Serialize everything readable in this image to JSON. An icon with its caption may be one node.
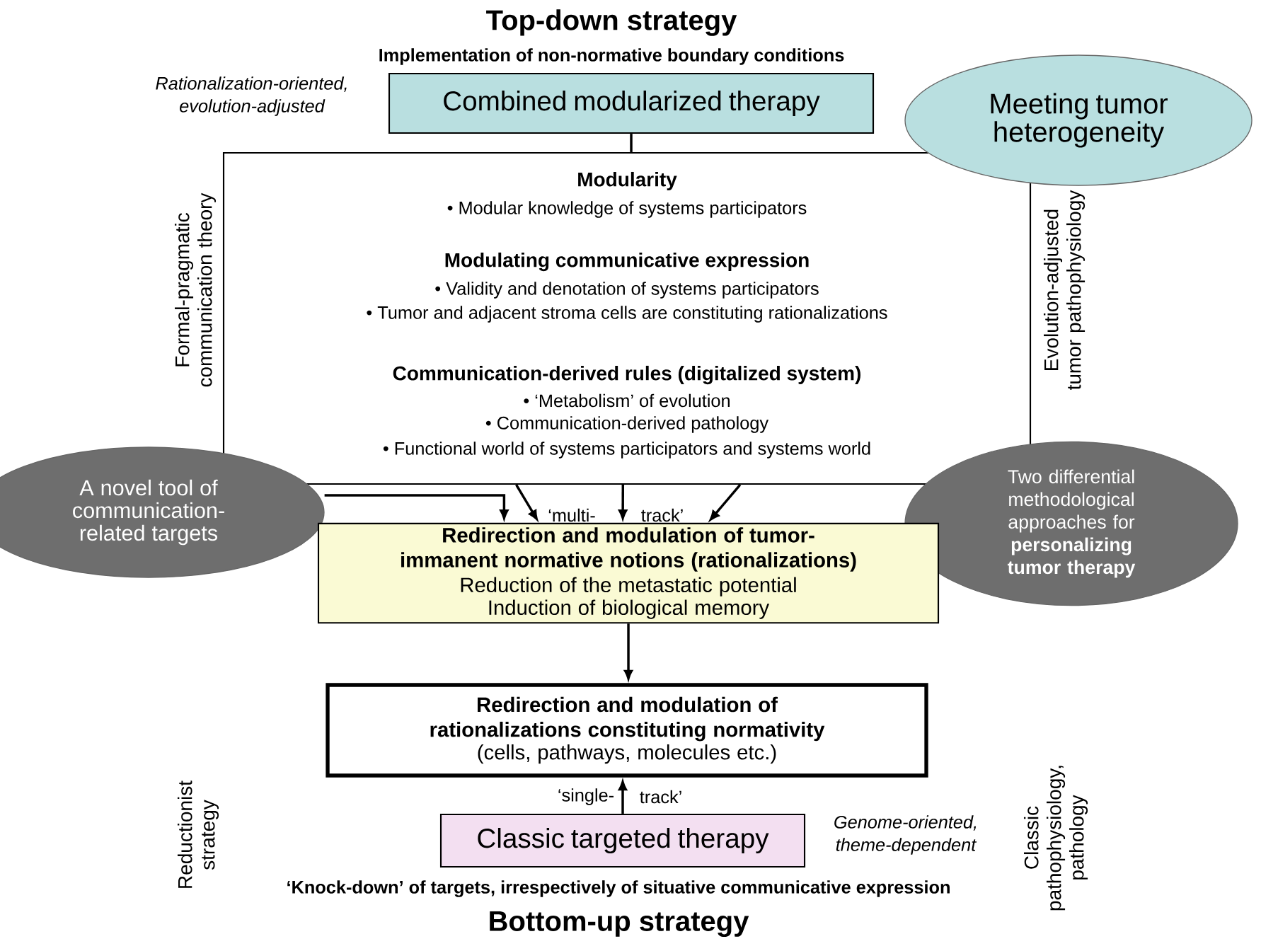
{
  "diagram": {
    "nodes": [
      {
        "text": [
          "Combined modularized therapy"
        ],
        "beside": [
          "Rationalization-oriented, evolution-adjusted"
        ]
      },
      {
        "text": [
          "Meeting tumor heterogeneity"
        ]
      },
      {
        "text": [
          "Modularity",
          "• Modular knowledge of systems participators",
          "Modulating communicative expression",
          "• Validity and denotation of systems participators",
          "• Tumor and adjacent stroma cells are constituting rationalizations",
          "Communication-derived rules (digitalized system)",
          "• ‘Metabolism’ of evolution",
          "• Communication-derived pathology",
          "• Functional world of systems participators and systems world"
        ]
      },
      {
        "text": [
          "A novel tool of communication-related targets"
        ]
      },
      {
        "text": [
          "Two differential methodological approaches for **personalizing tumor therapy**"
        ]
      },
      {
        "text": [
          "Redirection and modulation of tumor-immanent normative notions (rationalizations)",
          "Reduction of the metastatic potential",
          "Induction of biological memory"
        ]
      },
      {
        "text": [
          "Redirection and modulation of rationalizations constituting normativity",
          "(cells, pathways, molecules etc.)"
        ]
      },
      {
        "text": [
          "Classic targeted therapy"
        ],
        "beside": [
          "Genome-oriented, theme-dependent"
        ]
      }
    ],
    "edges": [
      {
        "from": 0,
        "to": 2,
        "arrow": "none"
      },
      {
        "from": 2,
        "to": 5,
        "arrow": "to"
      },
      {
        "from": 2,
        "to": 5,
        "arrow": "to"
      },
      {
        "from": 2,
        "to": 5,
        "arrow": "to"
      },
      {
        "from": 3,
        "to": 5,
        "arrow": "to"
      },
      {
        "from": 5,
        "to": 6,
        "arrow": "to"
      },
      {
        "from": 7,
        "to": 6,
        "arrow": "to"
      }
    ],
    "labels": [
      "Top-down strategy",
      "Implementation of non-normative boundary conditions",
      "Formal-pragmatic communication theory",
      "Evolution-adjusted tumor pathophysiology",
      "‘multi-",
      "track’",
      "‘single-",
      "track’",
      "Reductionist strategy",
      "‘Knock-down’ of targets, irrespectively of situative communicative expression",
      "Classic pathophysiology, pathology",
      "Bottom-up strategy"
    ]
  }
}
